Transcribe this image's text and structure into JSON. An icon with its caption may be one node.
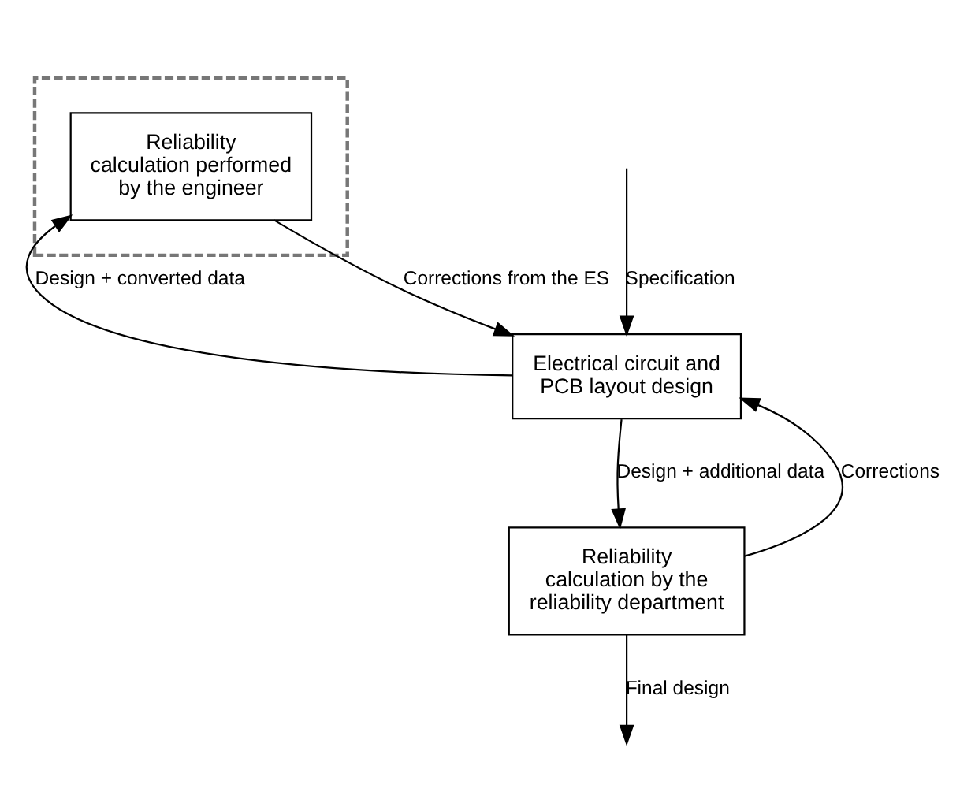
{
  "diagram": {
    "nodes": [
      {
        "text": [
          "Electrical circuit and PCB layout design"
        ]
      },
      {
        "text": [],
        "shape": "box"
      },
      {
        "text": [
          "Reliability calculation performed by the engineer"
        ],
        "in": 1
      },
      {
        "text": [
          "Reliability calculation by the reliability department"
        ]
      }
    ],
    "edges": [
      {
        "from": null,
        "to": 0,
        "arrow": "to",
        "label": "Specification"
      },
      {
        "from": 0,
        "to": 2,
        "arrow": "to",
        "label": "Design + converted data"
      },
      {
        "from": 2,
        "to": 0,
        "arrow": "to",
        "label": "Corrections from the ES"
      },
      {
        "from": 0,
        "to": 3,
        "arrow": "to",
        "label": "Design + additional data"
      },
      {
        "from": 3,
        "to": 0,
        "arrow": "to",
        "label": "Corrections"
      },
      {
        "from": 3,
        "to": null,
        "arrow": "to",
        "label": "Final design"
      }
    ]
  }
}
